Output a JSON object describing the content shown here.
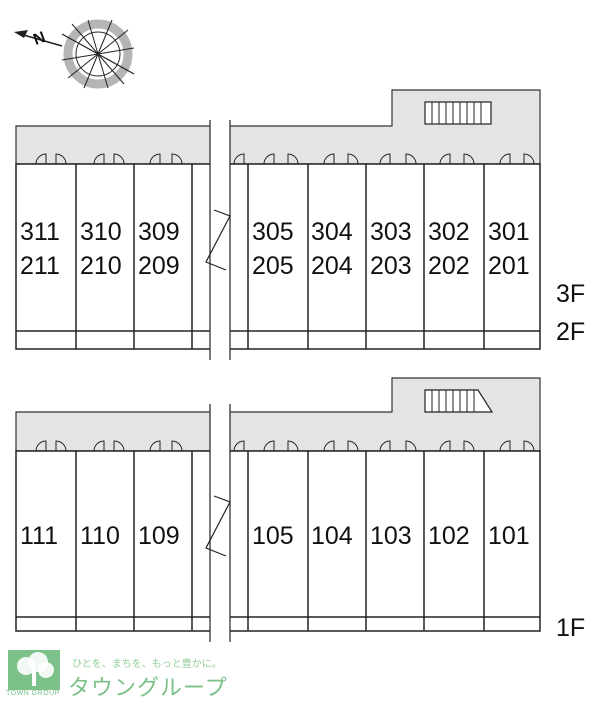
{
  "compass": {
    "north_label": "N",
    "icon": "north-arrow-compass"
  },
  "upper_block": {
    "floor_labels": [
      "3F",
      "2F"
    ],
    "left_units": [
      {
        "top": "311",
        "bottom": "211"
      },
      {
        "top": "310",
        "bottom": "210"
      },
      {
        "top": "309",
        "bottom": "209"
      }
    ],
    "right_units": [
      {
        "top": "305",
        "bottom": "205"
      },
      {
        "top": "304",
        "bottom": "204"
      },
      {
        "top": "303",
        "bottom": "203"
      },
      {
        "top": "302",
        "bottom": "202"
      },
      {
        "top": "301",
        "bottom": "201"
      }
    ]
  },
  "lower_block": {
    "floor_labels": [
      "1F"
    ],
    "left_units": [
      "111",
      "110",
      "109"
    ],
    "right_units": [
      "105",
      "104",
      "103",
      "102",
      "101"
    ]
  },
  "footer": {
    "tagline": "ひとを、まちを、もっと豊かに。",
    "brand": "タウングループ",
    "logo_text": "TOWN GROUP",
    "brand_color": "#7cc08a"
  },
  "colors": {
    "corridor": "#e4e4e4",
    "line": "#222222"
  }
}
